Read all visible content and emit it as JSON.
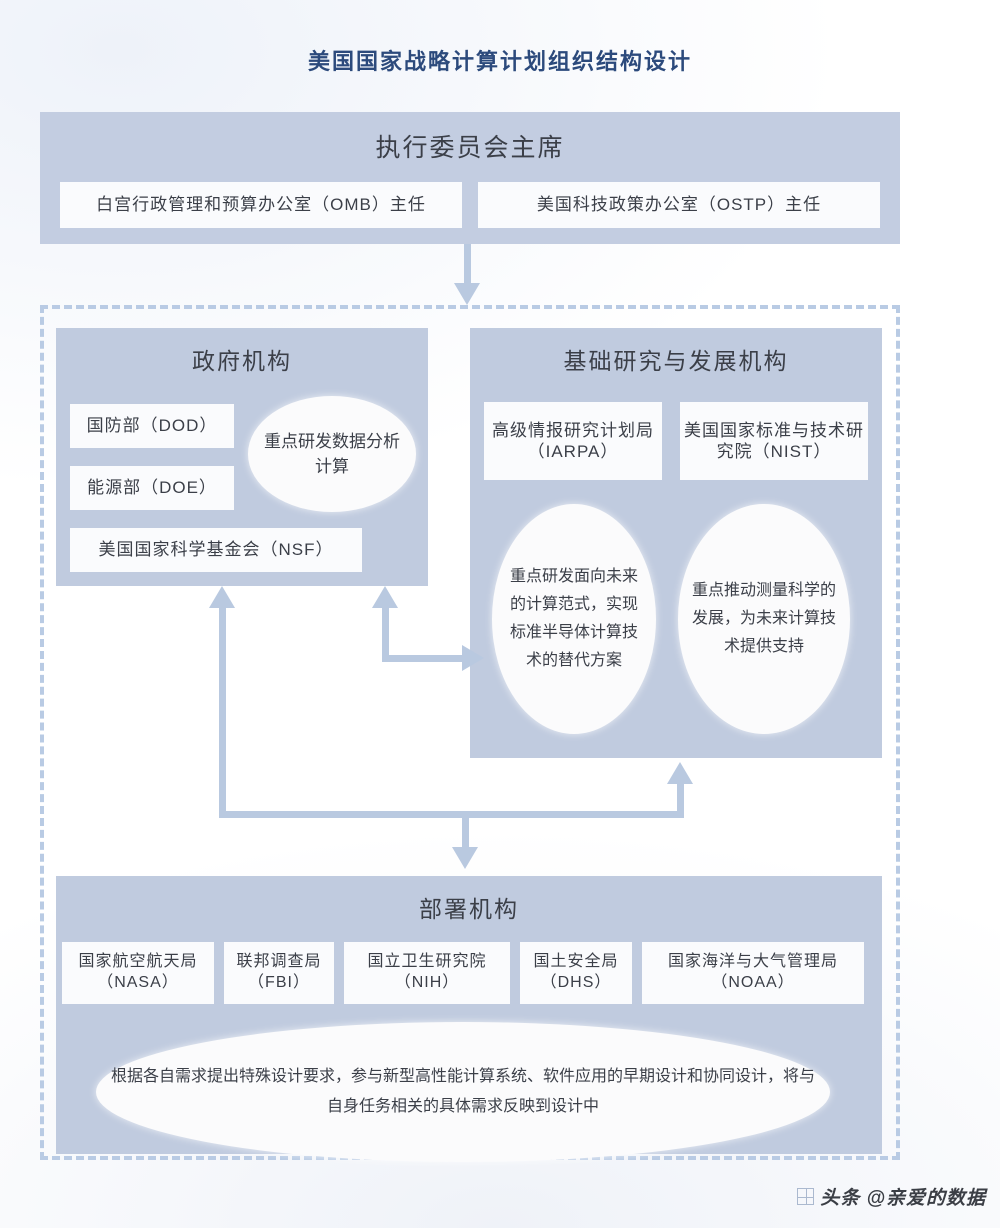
{
  "title": "美国国家战略计算计划组织结构设计",
  "executive": {
    "heading": "执行委员会主席",
    "members": [
      "白宫行政管理和预算办公室（OMB）主任",
      "美国科技政策办公室（OSTP）主任"
    ]
  },
  "government": {
    "heading": "政府机构",
    "agencies": [
      "国防部（DOD）",
      "能源部（DOE）",
      "美国国家科学基金会（NSF）"
    ],
    "note": "重点研发数据分析计算"
  },
  "research": {
    "heading": "基础研究与发展机构",
    "agencies": [
      "高级情报研究计划局（IARPA）",
      "美国国家标准与技术研究院（NIST）"
    ],
    "notes": [
      "重点研发面向未来的计算范式，实现标准半导体计算技术的替代方案",
      "重点推动测量科学的发展，为未来计算技术提供支持"
    ]
  },
  "deployment": {
    "heading": "部署机构",
    "agencies": [
      "国家航空航天局（NASA）",
      "联邦调查局（FBI）",
      "国立卫生研究院（NIH）",
      "国土安全局（DHS）",
      "国家海洋与大气管理局（NOAA）"
    ],
    "note": "根据各自需求提出特殊设计要求，参与新型高性能计算系统、软件应用的早期设计和协同设计，将与自身任务相关的具体需求反映到设计中"
  },
  "watermark": {
    "text": "头条 @亲爱的数据",
    "icon": "grid-icon"
  },
  "colors": {
    "title": "#2c4a7c",
    "panel": "#c0cbdf",
    "exec_panel": "#c3cde1",
    "chip": "#fafbfd",
    "connector": "#b9c9e0",
    "dashed_border": "#b9cbe4"
  }
}
